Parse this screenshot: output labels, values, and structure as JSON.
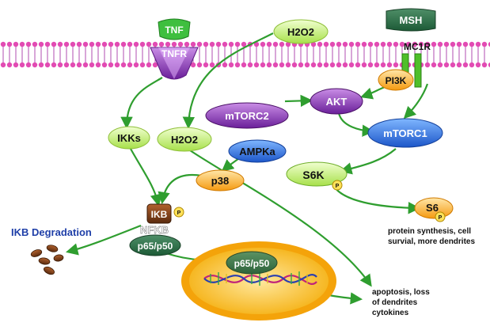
{
  "colors": {
    "membrane": "#d63aa6",
    "arrow": "#2f9e2f",
    "nucleus_outer": "#f4a30a",
    "nucleus_inner": "#ffd866",
    "receptor_green": "#4fbf2a",
    "degradation_text": "#1f3fa8"
  },
  "nodes": {
    "tnf": "TNF",
    "tnfr": "TNFR",
    "h2o2_top": "H2O2",
    "msh": "MSH",
    "mc1r": "MC1R",
    "pi3k": "PI3K",
    "akt": "AKT",
    "mtorc2": "mTORC2",
    "mtorc1": "mTORC1",
    "ikks": "IKKs",
    "h2o2_mid": "H2O2",
    "ampka": "AMPKa",
    "p38": "p38",
    "s6k": "S6K",
    "s6": "S6",
    "ikb": "IKB",
    "nfkb": "NFKB",
    "p65p50": "p65/p50",
    "p65p50_nuclear": "p65/p50",
    "phospho": "P"
  },
  "labels": {
    "ikb_degradation": "IKB Degradation",
    "s6_outcome_line1": "protein synthesis, cell",
    "s6_outcome_line2": "survial, more dendrites",
    "apoptosis_line1": "apoptosis, loss",
    "apoptosis_line2": "of dendrites",
    "apoptosis_line3": "cytokines"
  }
}
